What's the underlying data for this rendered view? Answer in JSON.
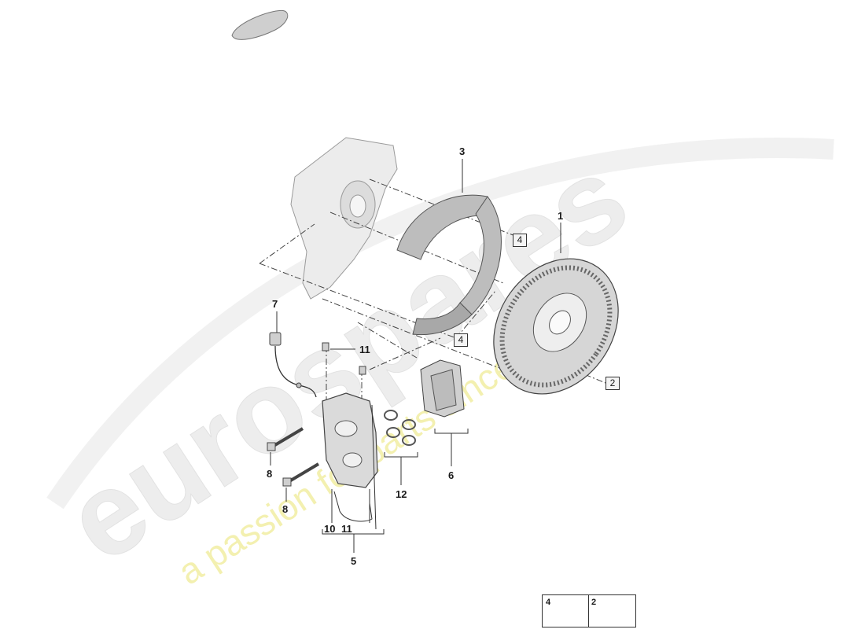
{
  "watermark": {
    "brand": "eurospares",
    "tagline": "a passion for parts since 1985"
  },
  "callouts": {
    "c1": "1",
    "c2": "2",
    "c3": "3",
    "c4a": "4",
    "c4b": "4",
    "c5": "5",
    "c6": "6",
    "c7": "7",
    "c8a": "8",
    "c8b": "8",
    "c10": "10",
    "c11a": "11",
    "c11b": "11",
    "c12": "12"
  },
  "legend": {
    "bolt_ref": "4",
    "screw_ref": "2"
  },
  "colors": {
    "line": "#333333",
    "part_fill": "#e6e6e6",
    "part_stroke": "#555555",
    "watermark_gray": "#e9e9e9",
    "watermark_yellow": "#f3f0b0"
  }
}
